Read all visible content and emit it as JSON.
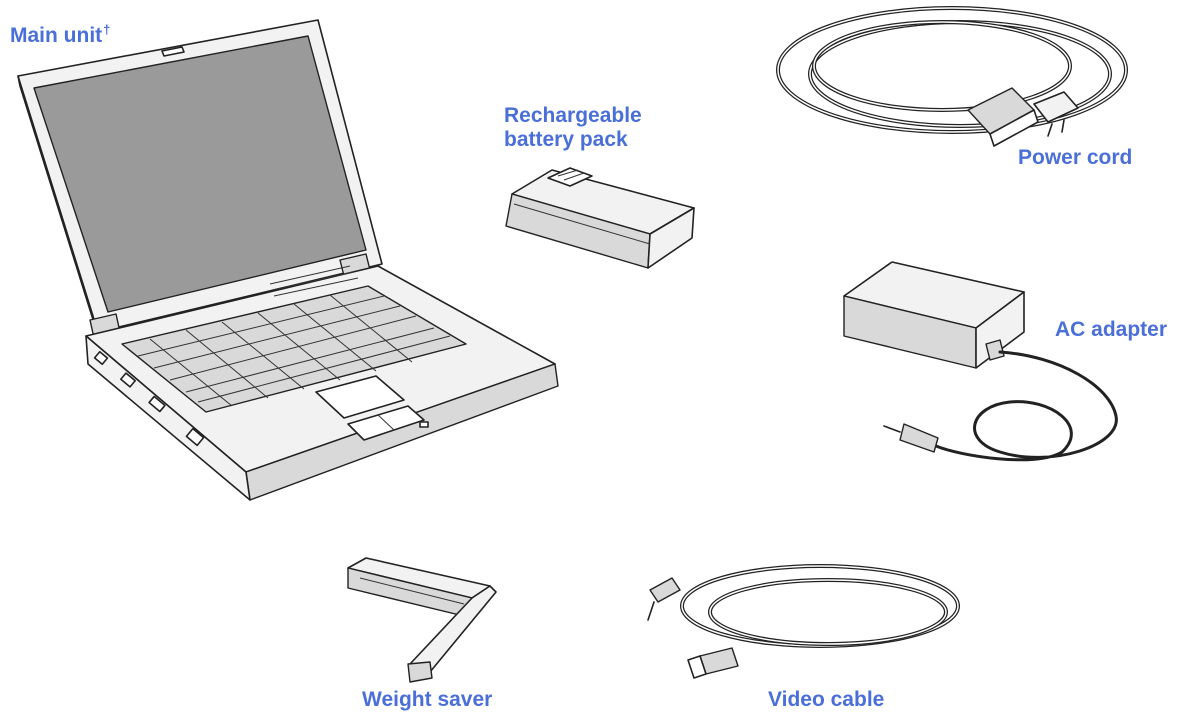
{
  "labels": {
    "main_unit": "Main unit",
    "main_unit_mark": "†",
    "battery_line1": "Rechargeable",
    "battery_line2": "battery pack",
    "power_cord": "Power cord",
    "ac_adapter": "AC adapter",
    "weight_saver": "Weight saver",
    "video_cable": "Video cable"
  },
  "colors": {
    "label": "#4a6fd8",
    "outline": "#222222",
    "screen": "#9a9a9a",
    "body": "#f2f2f2"
  }
}
